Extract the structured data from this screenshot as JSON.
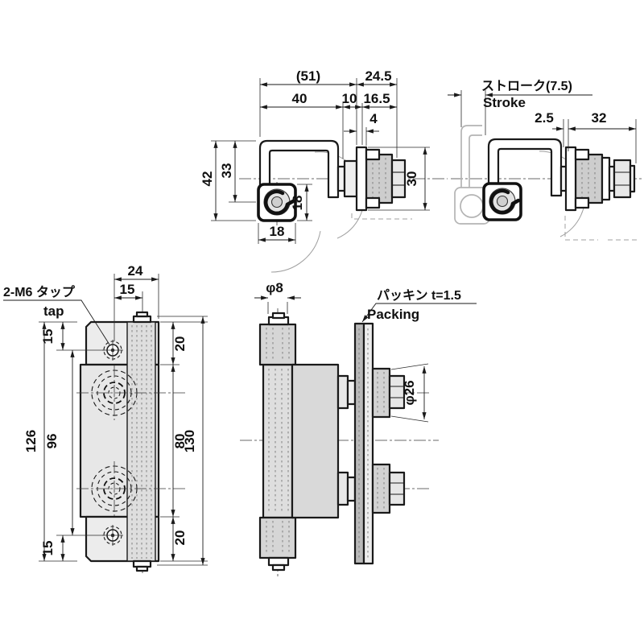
{
  "line_color": "#1a1a1a",
  "bg_color": "#ffffff",
  "views": {
    "side_closed": {
      "dim_ref_51": "(51)",
      "dim_24_5": "24.5",
      "dim_40": "40",
      "dim_10": "10",
      "dim_16_5": "16.5",
      "dim_4": "4",
      "dim_42": "42",
      "dim_33": "33",
      "dim_18_v": "18",
      "dim_18_h": "18",
      "dim_30": "30"
    },
    "side_stroke": {
      "label_stroke_jp": "ストローク(7.5)",
      "label_stroke_en": "Stroke",
      "dim_2_5": "2.5",
      "dim_32": "32"
    },
    "front": {
      "label_tap_jp": "2-M6 タップ",
      "label_tap_en": "tap",
      "dim_24": "24",
      "dim_15_top": "15",
      "dim_15_left_top": "15",
      "dim_126": "126",
      "dim_96": "96",
      "dim_15_left_bottom": "15",
      "dim_20_top": "20",
      "dim_80": "80",
      "dim_20_bottom": "20",
      "dim_130": "130"
    },
    "side_mounted": {
      "dim_phi8": "φ8",
      "label_packing_jp": "パッキン t=1.5",
      "label_packing_en": "Packing",
      "dim_phi26": "φ26"
    }
  }
}
